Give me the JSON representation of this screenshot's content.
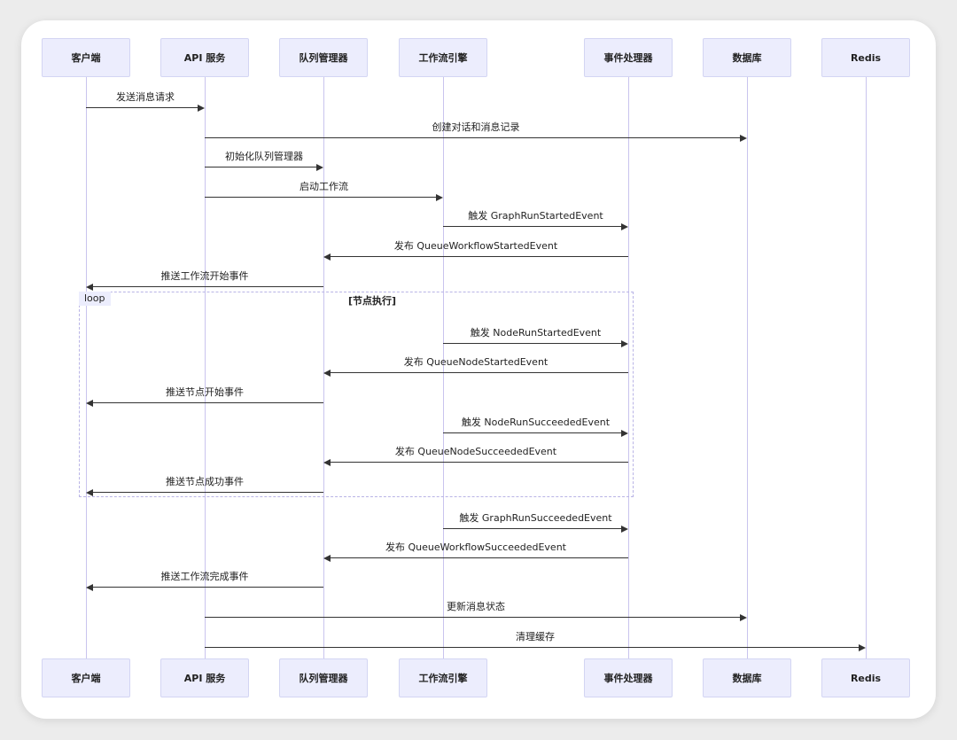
{
  "participants": [
    {
      "id": "client",
      "label": "客户端"
    },
    {
      "id": "api",
      "label": "API 服务"
    },
    {
      "id": "queue",
      "label": "队列管理器"
    },
    {
      "id": "engine",
      "label": "工作流引擎"
    },
    {
      "id": "handler",
      "label": "事件处理器"
    },
    {
      "id": "db",
      "label": "数据库"
    },
    {
      "id": "redis",
      "label": "Redis"
    }
  ],
  "messages": [
    {
      "from": "client",
      "to": "api",
      "label": "发送消息请求"
    },
    {
      "from": "api",
      "to": "db",
      "label": "创建对话和消息记录"
    },
    {
      "from": "api",
      "to": "queue",
      "label": "初始化队列管理器"
    },
    {
      "from": "api",
      "to": "engine",
      "label": "启动工作流"
    },
    {
      "from": "engine",
      "to": "handler",
      "label": "触发 GraphRunStartedEvent"
    },
    {
      "from": "handler",
      "to": "queue",
      "label": "发布 QueueWorkflowStartedEvent"
    },
    {
      "from": "queue",
      "to": "client",
      "label": "推送工作流开始事件"
    },
    {
      "from": "engine",
      "to": "handler",
      "label": "触发 NodeRunStartedEvent"
    },
    {
      "from": "handler",
      "to": "queue",
      "label": "发布 QueueNodeStartedEvent"
    },
    {
      "from": "queue",
      "to": "client",
      "label": "推送节点开始事件"
    },
    {
      "from": "engine",
      "to": "handler",
      "label": "触发 NodeRunSucceededEvent"
    },
    {
      "from": "handler",
      "to": "queue",
      "label": "发布 QueueNodeSucceededEvent"
    },
    {
      "from": "queue",
      "to": "client",
      "label": "推送节点成功事件"
    },
    {
      "from": "engine",
      "to": "handler",
      "label": "触发 GraphRunSucceededEvent"
    },
    {
      "from": "handler",
      "to": "queue",
      "label": "发布 QueueWorkflowSucceededEvent"
    },
    {
      "from": "queue",
      "to": "client",
      "label": "推送工作流完成事件"
    },
    {
      "from": "api",
      "to": "db",
      "label": "更新消息状态"
    },
    {
      "from": "api",
      "to": "redis",
      "label": "清理缓存"
    }
  ],
  "loop": {
    "tag": "loop",
    "condition": "[节点执行]"
  },
  "colors": {
    "participant_fill": "#ecedfd",
    "lifeline": "#c9c4ee",
    "arrow": "#333333"
  }
}
